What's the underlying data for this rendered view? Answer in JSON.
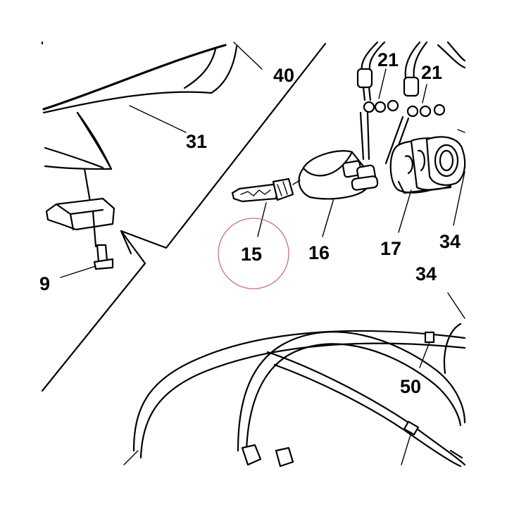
{
  "diagram": {
    "callouts": {
      "c40": "40",
      "c31": "31",
      "c21a": "21",
      "c21b": "21",
      "c15": "15",
      "c16": "16",
      "c17": "17",
      "c34a": "34",
      "c34b": "34",
      "c50": "50",
      "c9": "9"
    },
    "highlight": {
      "target_callout": "15",
      "color": "#cf6f7a"
    }
  }
}
